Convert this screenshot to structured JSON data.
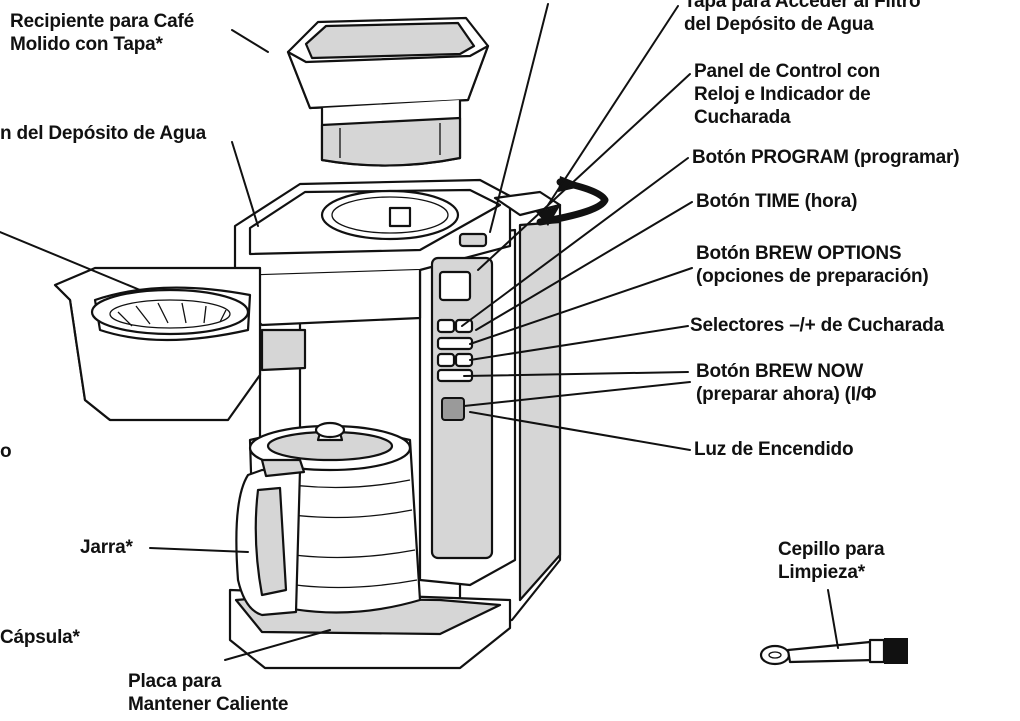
{
  "labels": {
    "ground_coffee_container": [
      "Recipiente para Café",
      "Molido con Tapa*"
    ],
    "filter_access_lid": [
      "Tapa para Acceder al Filtro",
      "del Depósito de Agua"
    ],
    "water_reservoir": [
      "n del Depósito de Agua"
    ],
    "control_panel": [
      "Panel de Control con",
      "Reloj e Indicador de",
      "Cucharada"
    ],
    "program_button": [
      "Botón PROGRAM (programar)"
    ],
    "time_button": [
      "Botón TIME (hora)"
    ],
    "brew_options_button": [
      "Botón BREW OPTIONS",
      "(opciones de preparación)"
    ],
    "scoop_selectors": [
      "Selectores –/+ de Cucharada"
    ],
    "brew_now_button": [
      "Botón BREW NOW",
      "(preparar ahora) (I/Φ"
    ],
    "power_light": [
      "Luz de Encendido"
    ],
    "carafe": [
      "Jarra*"
    ],
    "cleaning_brush": [
      "Cepillo para",
      "Limpieza*"
    ],
    "capsule": [
      "Cápsula*"
    ],
    "warming_plate": [
      "Placa para",
      "Mantener Caliente"
    ],
    "stray_letter": [
      "o"
    ]
  }
}
